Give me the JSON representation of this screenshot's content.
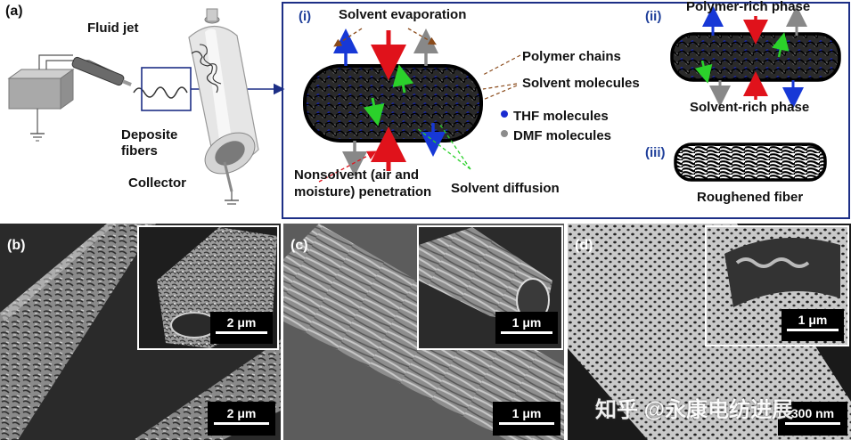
{
  "panel_a": {
    "letter": "(a)",
    "fluid_jet": "Fluid jet",
    "deposite": "Deposite",
    "fibers": "fibers",
    "collector": "Collector"
  },
  "mechanism": {
    "i": "(i)",
    "ii": "(ii)",
    "iii": "(iii)",
    "solvent_evaporation": "Solvent evaporation",
    "polymer_chains": "Polymer chains",
    "solvent_molecules": "Solvent molecules",
    "thf": "THF  molecules",
    "dmf": "DMF  molecules",
    "nonsolvent_1": "Nonsolvent (air and",
    "nonsolvent_2": "moisture) penetration",
    "solvent_diffusion": "Solvent diffusion",
    "polymer_rich": "Polymer-rich phase",
    "solvent_rich": "Solvent-rich phase",
    "roughened": "Roughened fiber",
    "colors": {
      "thf": "#1a2bd0",
      "dmf": "#8c8c8c",
      "frame": "#1d2f86",
      "red": "#e0121b",
      "blue": "#1738d6",
      "green": "#2bd12b"
    }
  },
  "panel_b": {
    "letter": "(b)",
    "inset_scale": "2 μm",
    "main_scale": "2 μm"
  },
  "panel_c": {
    "letter": "(c)",
    "inset_scale": "1 μm",
    "main_scale": "1 μm"
  },
  "panel_d": {
    "letter": "(d)",
    "inset_scale": "1 μm",
    "main_scale": "300 nm"
  },
  "watermark": "知乎 @永康电纺进展"
}
